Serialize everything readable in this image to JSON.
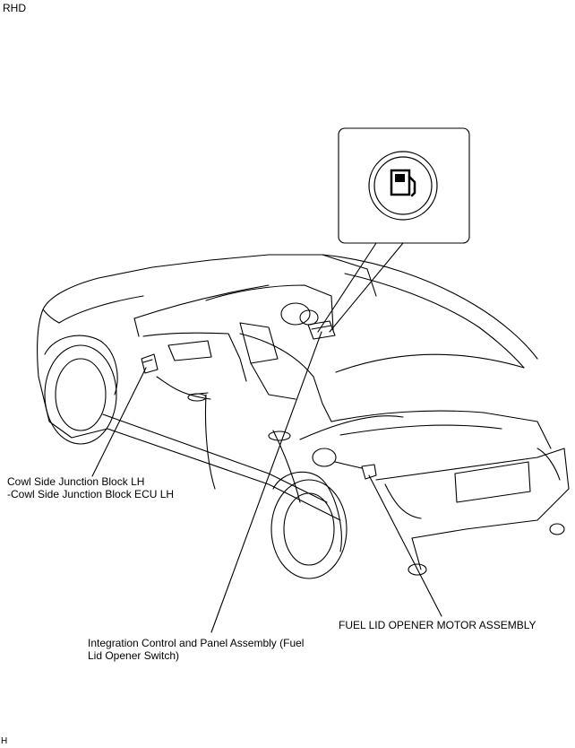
{
  "header": {
    "variant": "RHD"
  },
  "callouts": [
    {
      "id": "cowl",
      "lines": [
        "Cowl Side Junction Block LH",
        "-Cowl Side Junction Block ECU LH"
      ]
    },
    {
      "id": "integration",
      "lines": [
        "Integration Control and Panel Assembly (Fuel",
        "Lid Opener Switch)"
      ]
    },
    {
      "id": "fuel-lid-motor",
      "lines": [
        "FUEL LID OPENER MOTOR ASSEMBLY"
      ]
    }
  ],
  "inset": {
    "icon": "fuel-pump-icon"
  },
  "footer": {
    "code": "H"
  },
  "colors": {
    "line": "#000000",
    "background": "#ffffff"
  }
}
